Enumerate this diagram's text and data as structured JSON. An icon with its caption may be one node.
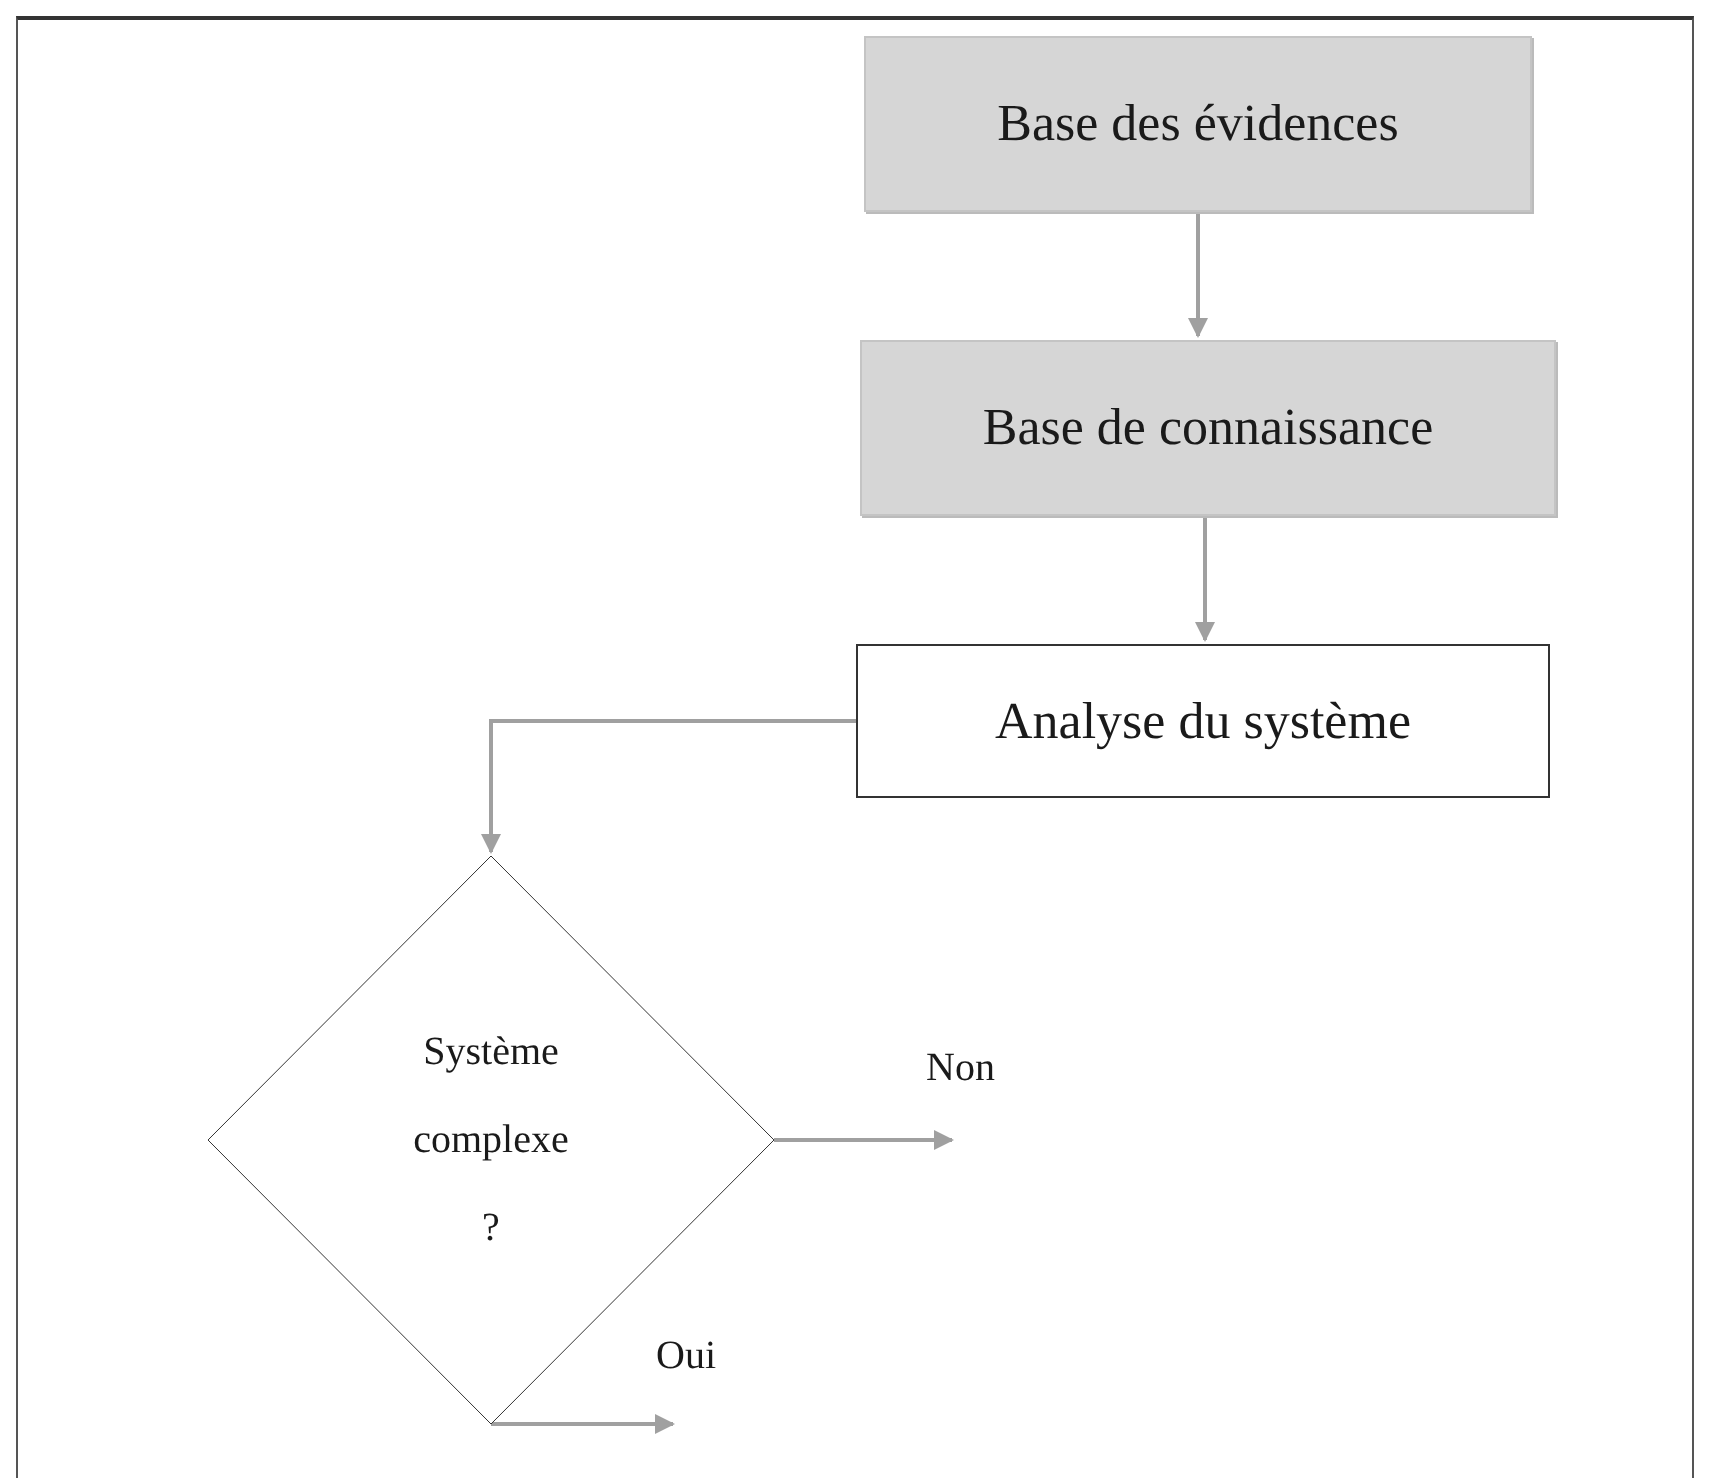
{
  "diagram": {
    "nodes": [
      {
        "text": [
          "Base des évidences"
        ]
      },
      {
        "text": [
          "Base de connaissance"
        ]
      },
      {
        "text": [
          "Analyse du système"
        ]
      },
      {
        "text": [
          "Système complexe ?"
        ]
      }
    ],
    "edges": [
      {
        "from": 0,
        "to": 1,
        "arrow": "to"
      },
      {
        "from": 1,
        "to": 2,
        "arrow": "to"
      },
      {
        "from": 2,
        "to": 3,
        "arrow": "to"
      },
      {
        "from": 3,
        "to": null,
        "arrow": "to",
        "label": "Non"
      },
      {
        "from": 3,
        "to": null,
        "arrow": "to",
        "label": "Oui"
      }
    ]
  }
}
